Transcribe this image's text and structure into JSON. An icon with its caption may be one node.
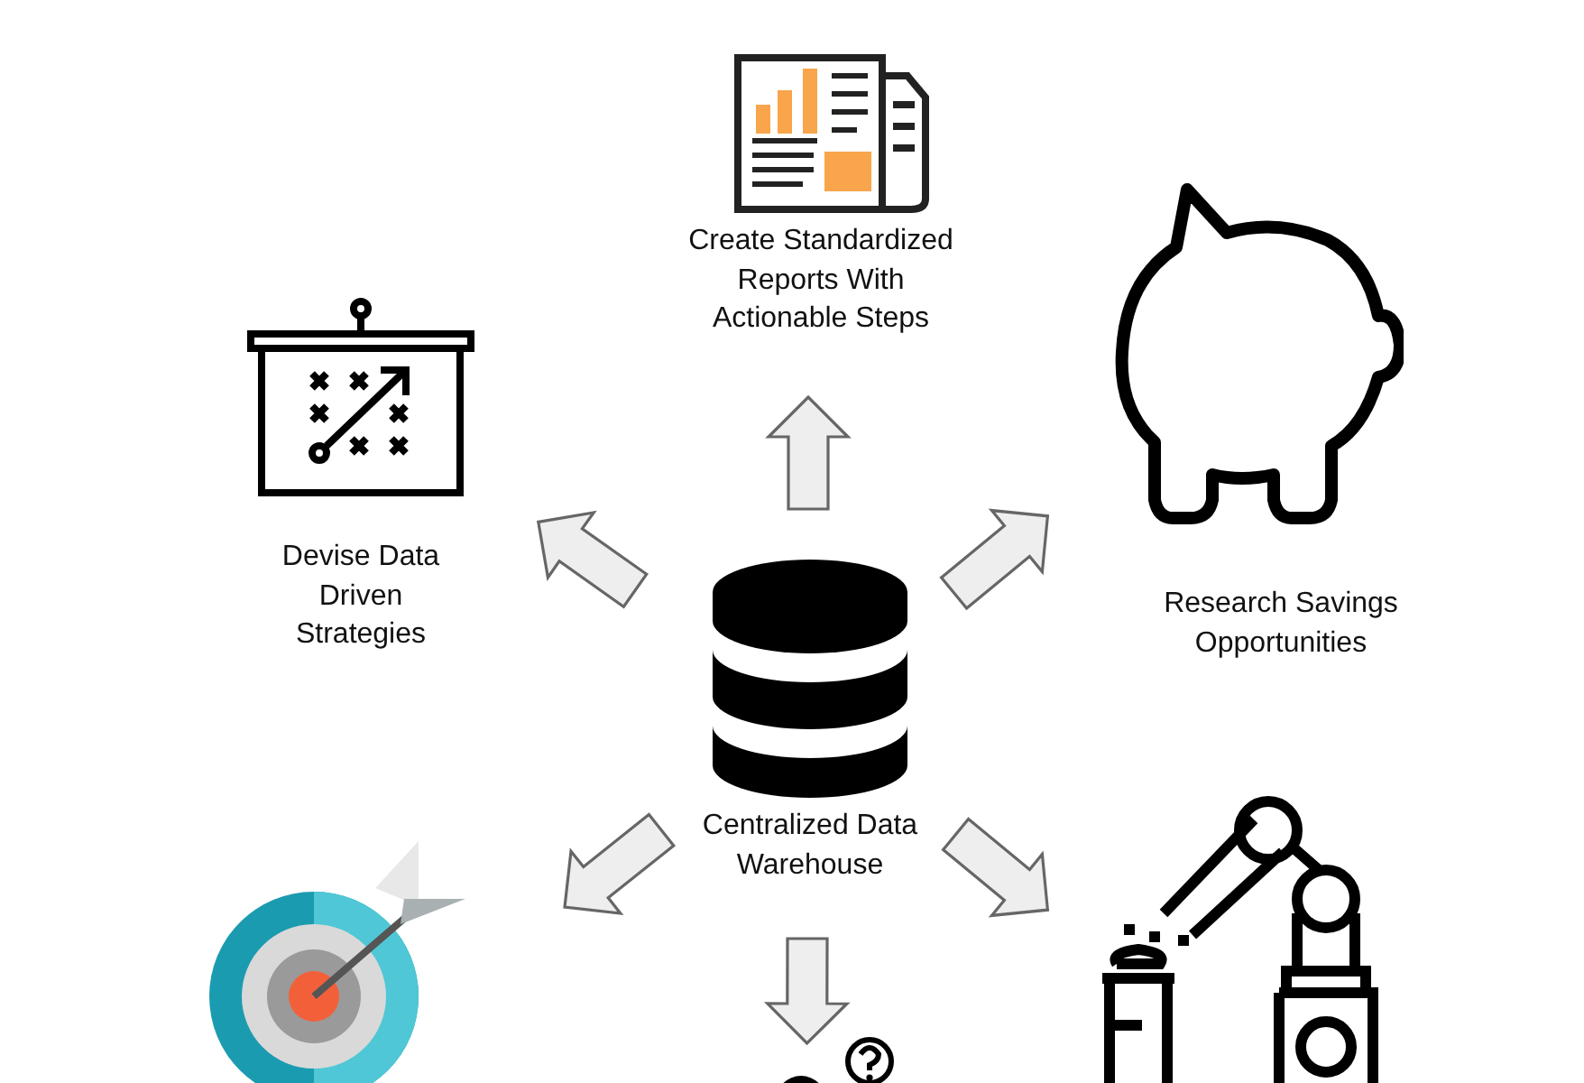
{
  "diagram": {
    "nodes": [
      {
        "text": [
          "Centralized Data Warehouse"
        ]
      },
      {
        "text": [
          "Create Standardized Reports With Actionable Steps"
        ]
      },
      {
        "text": [
          "Devise Data Driven Strategies"
        ]
      },
      {
        "text": [
          "Research Savings Opportunities"
        ]
      },
      {
        "text": [],
        "shape": "picture"
      },
      {
        "text": [],
        "shape": "picture"
      },
      {
        "text": [],
        "shape": "picture"
      }
    ],
    "edges": [
      {
        "from": 0,
        "to": 1,
        "arrow": "to"
      },
      {
        "from": 0,
        "to": 2,
        "arrow": "to"
      },
      {
        "from": 0,
        "to": 3,
        "arrow": "to"
      },
      {
        "from": 0,
        "to": 4,
        "arrow": "to"
      },
      {
        "from": 0,
        "to": 5,
        "arrow": "to"
      },
      {
        "from": 0,
        "to": 6,
        "arrow": "to"
      }
    ]
  }
}
